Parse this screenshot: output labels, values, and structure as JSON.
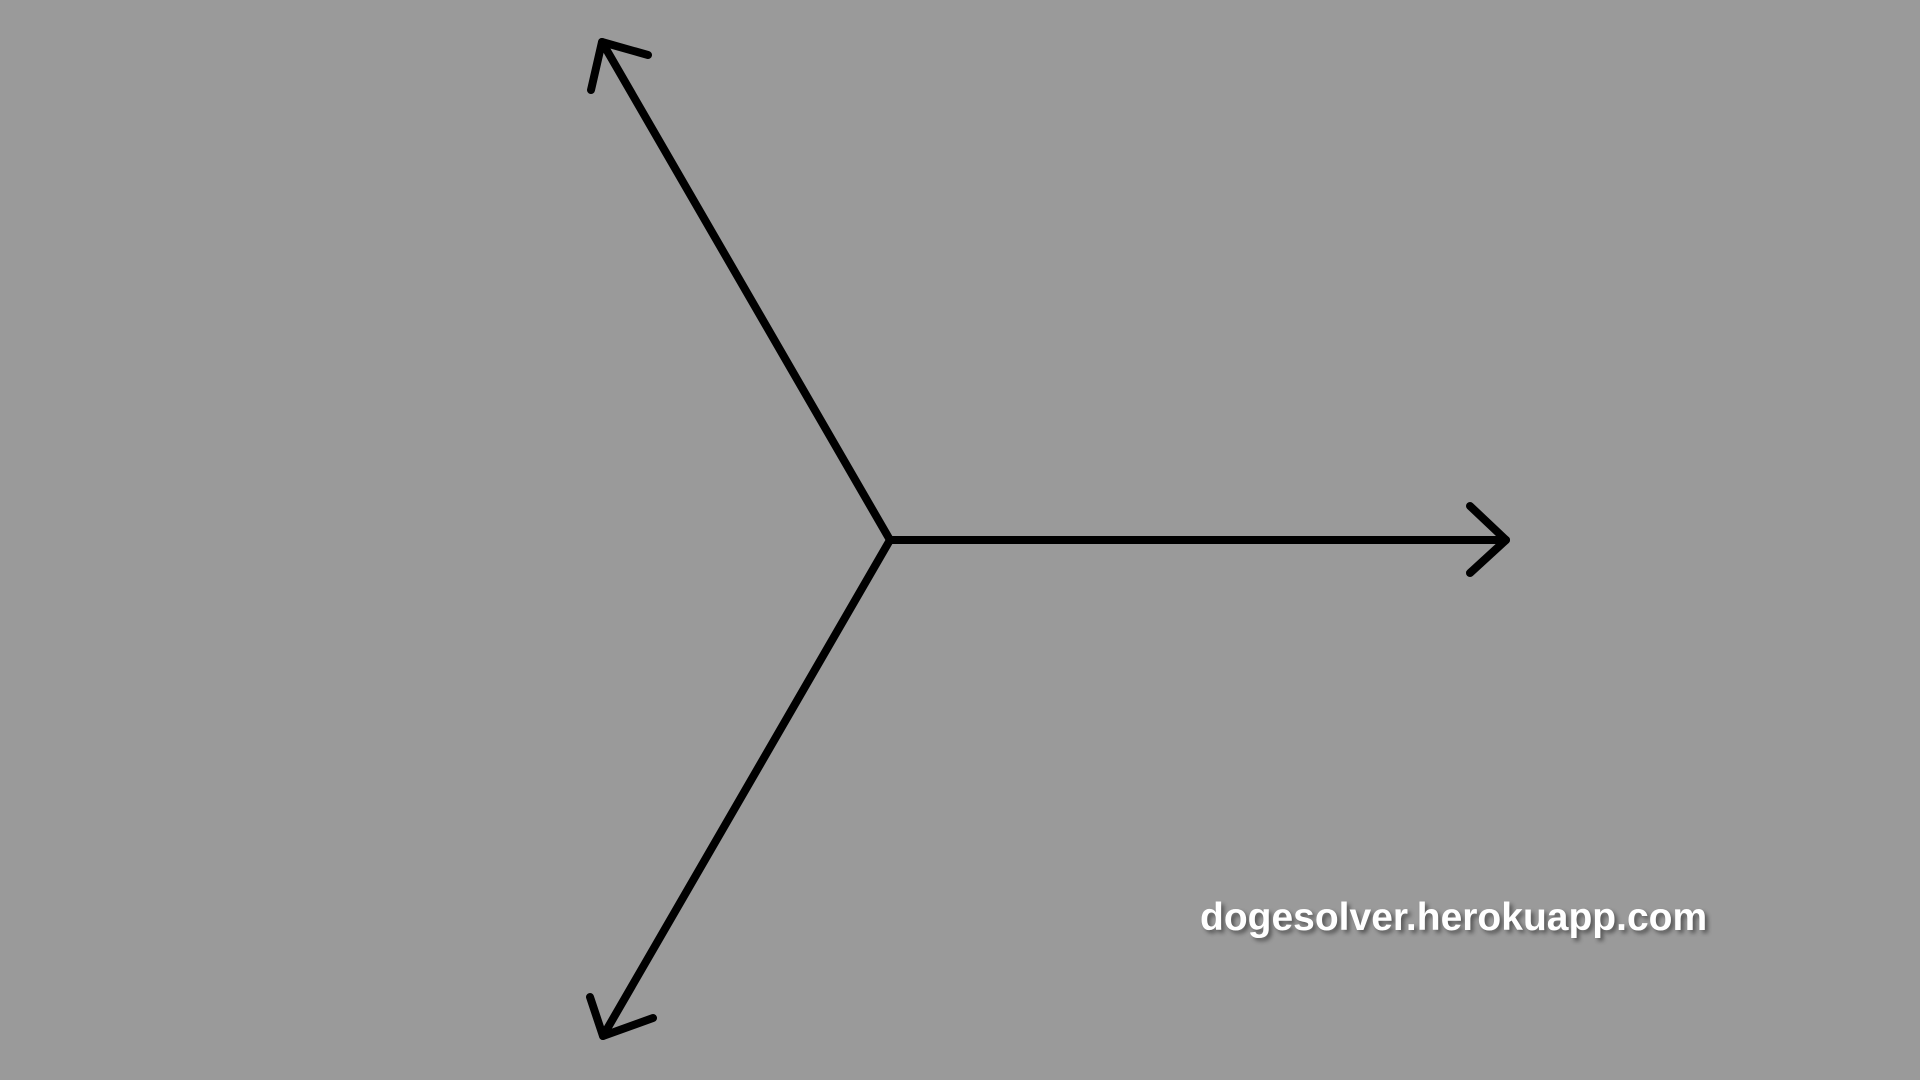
{
  "watermark": {
    "text": "dogesolver.herokuapp.com"
  },
  "diagram": {
    "arrows": [
      {
        "name": "arrow-right",
        "direction_deg": 0
      },
      {
        "name": "arrow-up-left",
        "direction_deg": 120
      },
      {
        "name": "arrow-down-left",
        "direction_deg": 240
      }
    ],
    "stroke_color": "#000000",
    "background_color": "#9a9a9a"
  }
}
